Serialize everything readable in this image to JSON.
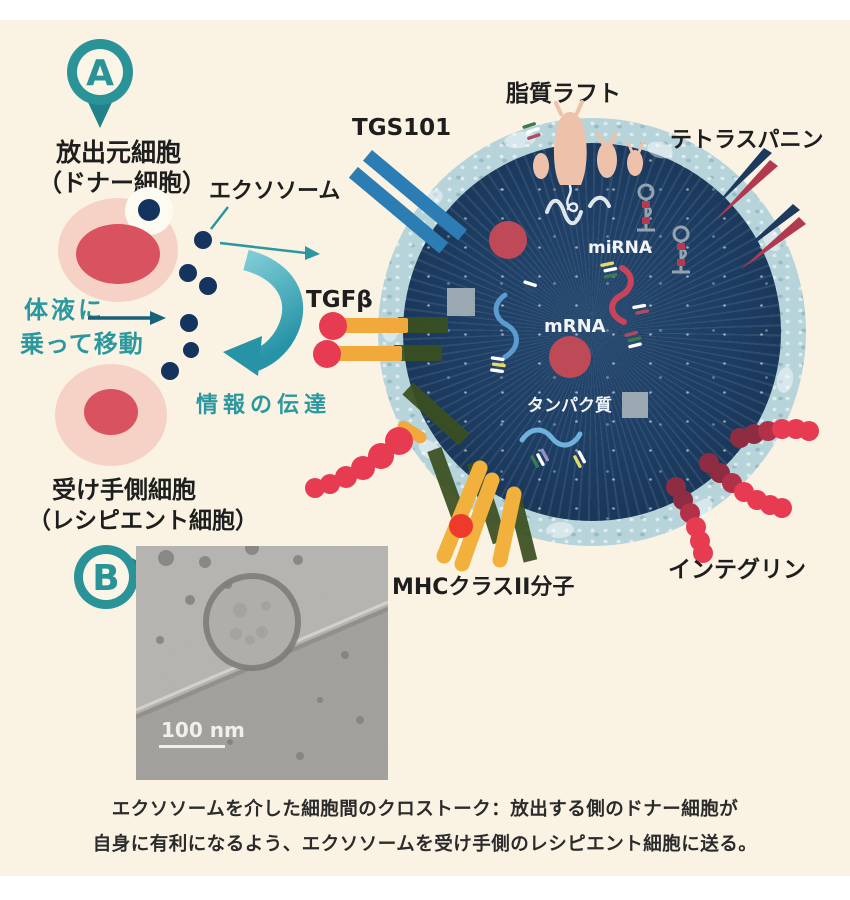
{
  "panel_a": {
    "marker": "A",
    "donor_label_line1": "放出元細胞",
    "donor_label_line2": "（ドナー細胞）",
    "exosome_label": "エクソソーム",
    "fluid_line1": "体液に",
    "fluid_line2": "乗って移動",
    "transfer_label": "情報の伝達",
    "recipient_label_line1": "受け手側細胞",
    "recipient_label_line2": "（レシピエント細胞）"
  },
  "exosome_diagram": {
    "tgs101": "TGS101",
    "lipid_raft": "脂質ラフト",
    "tetraspanin": "テトラスパニン",
    "tgfb": "TGFβ",
    "mirna": "miRNA",
    "mrna": "mRNA",
    "protein": "タンパク質",
    "mhc_class2": "MHCクラスII分子",
    "integrin": "インテグリン"
  },
  "panel_b": {
    "marker": "B",
    "scale_bar": "100 nm"
  },
  "caption": {
    "line1": "エクソソームを介した細胞間のクロストーク：放出する側のドナー細胞が",
    "line2": "自身に有利になるよう、エクソソームを受け手側のレシピエント細胞に送る。"
  },
  "colors": {
    "background": "#faf3e4",
    "teal_marker": "#2a9398",
    "teal_text": "#2a989e",
    "dark_teal_arrow": "#17627a",
    "navy_dot": "#14335f",
    "exosome_interior": "#1d3d63",
    "membrane": "#b7d4da",
    "cell_body": "#f5d2c5",
    "nucleus": "#d85260",
    "blue_protein": "#2d7db5",
    "yellow_protein": "#f2a93c",
    "red_accent": "#e73b52",
    "maroon": "#8e2c42",
    "olive_bar": "#3a4f1f",
    "salmon_raft": "#eec2aa",
    "gray_square": "#9aa8b2",
    "interior_red": "#bf4a57"
  }
}
